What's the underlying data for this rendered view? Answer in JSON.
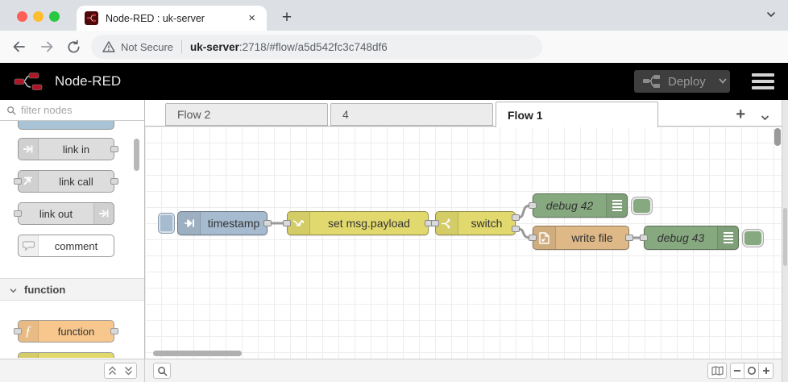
{
  "browser": {
    "tab": {
      "title": "Node-RED : uk-server",
      "close_glyph": "×"
    },
    "toolbar": {
      "security_label": "Not Secure",
      "url_host": "uk-server",
      "url_path": ":2718/#flow/a5d542fc3c748df6"
    }
  },
  "header": {
    "title": "Node-RED",
    "deploy": {
      "label": "Deploy"
    }
  },
  "palette": {
    "filter_placeholder": "filter nodes",
    "category": {
      "label": "function"
    },
    "items": [
      {
        "label": "link in",
        "color": "#dddddd"
      },
      {
        "label": "link call",
        "color": "#dddddd"
      },
      {
        "label": "link out",
        "color": "#dddddd"
      },
      {
        "label": "comment",
        "color": "#ffffff"
      },
      {
        "label": "function",
        "color": "#f7c78e"
      }
    ]
  },
  "workspace": {
    "tabs": [
      {
        "label": "Flow 2",
        "active": false
      },
      {
        "label": "4",
        "active": false
      },
      {
        "label": "Flow 1",
        "active": true
      }
    ]
  },
  "flow": {
    "nodes": [
      {
        "label": "timestamp",
        "type": "inject",
        "color": "#a6bbcf"
      },
      {
        "label": "set msg.payload",
        "type": "change",
        "color": "#e2d96e"
      },
      {
        "label": "switch",
        "type": "switch",
        "color": "#e2d96e"
      },
      {
        "label": "debug 42",
        "type": "debug",
        "color": "#87a980"
      },
      {
        "label": "write file",
        "type": "file",
        "color": "#deb887"
      },
      {
        "label": "debug 43",
        "type": "debug",
        "color": "#87a980"
      }
    ]
  },
  "colors": {
    "brand_red": "#ad1625",
    "header_bg": "#000000",
    "wire_gray": "#999999"
  }
}
